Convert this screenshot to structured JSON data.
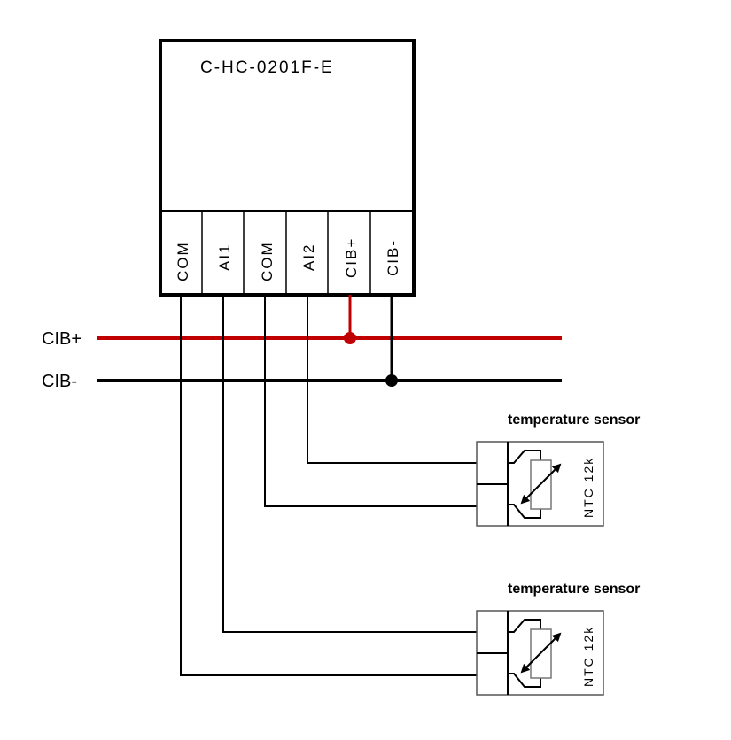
{
  "module": {
    "name": "C-HC-0201F-E",
    "terminals": [
      "COM",
      "AI1",
      "COM",
      "AI2",
      "CIB+",
      "CIB-"
    ]
  },
  "bus": {
    "plus_label": "CIB+",
    "minus_label": "CIB-",
    "plus_color": "#c00000",
    "minus_color": "#000000"
  },
  "sensors": [
    {
      "title": "temperature sensor",
      "type": "NTC 12k",
      "connected_to": [
        "AI2",
        "COM"
      ]
    },
    {
      "title": "temperature sensor",
      "type": "NTC 12k",
      "connected_to": [
        "AI1",
        "COM"
      ]
    }
  ]
}
